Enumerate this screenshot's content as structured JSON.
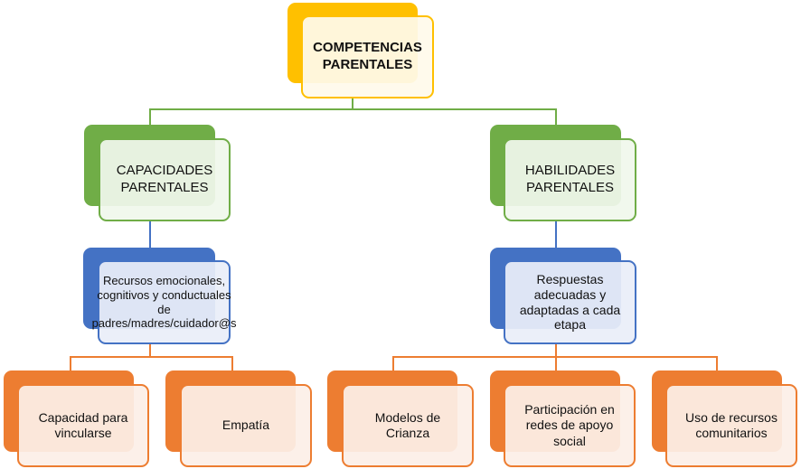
{
  "root": {
    "label": "COMPETENCIAS PARENTALES",
    "color": "#ffc000"
  },
  "branches": [
    {
      "label": "CAPACIDADES PARENTALES",
      "color": "#70ad47",
      "detail": "Recursos emocionales, cognitivos y conductuales de padres/madres/cuidador@s",
      "children": [
        "Capacidad para vincularse",
        "Empatía"
      ]
    },
    {
      "label": "HABILIDADES PARENTALES",
      "color": "#70ad47",
      "detail": "Respuestas adecuadas y adaptadas a cada etapa",
      "children": [
        "Modelos de Crianza",
        "Participación en redes de apoyo social",
        "Uso de recursos comunitarios"
      ]
    }
  ]
}
